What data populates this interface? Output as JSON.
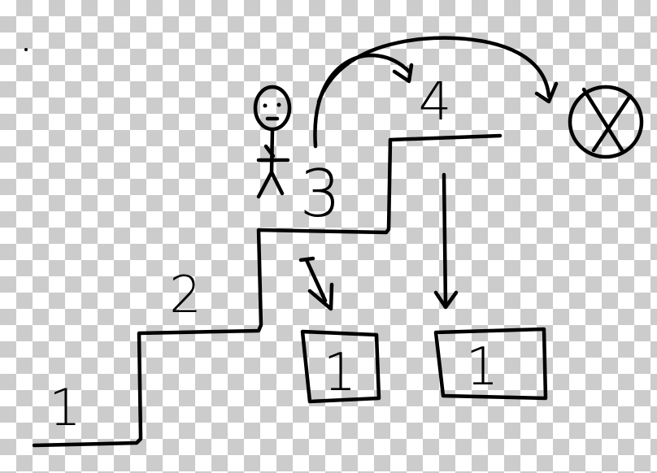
{
  "labels": {
    "step1": "1",
    "step2": "2",
    "step3": "3",
    "step4": "4",
    "box_left": "1",
    "box_right": "1"
  },
  "colors": {
    "ink": "#000000",
    "checker_light": "#ffffff",
    "checker_dark": "#cccccc"
  },
  "icons": {
    "figure": "stick-figure-icon",
    "goal": "circle-x-icon"
  }
}
